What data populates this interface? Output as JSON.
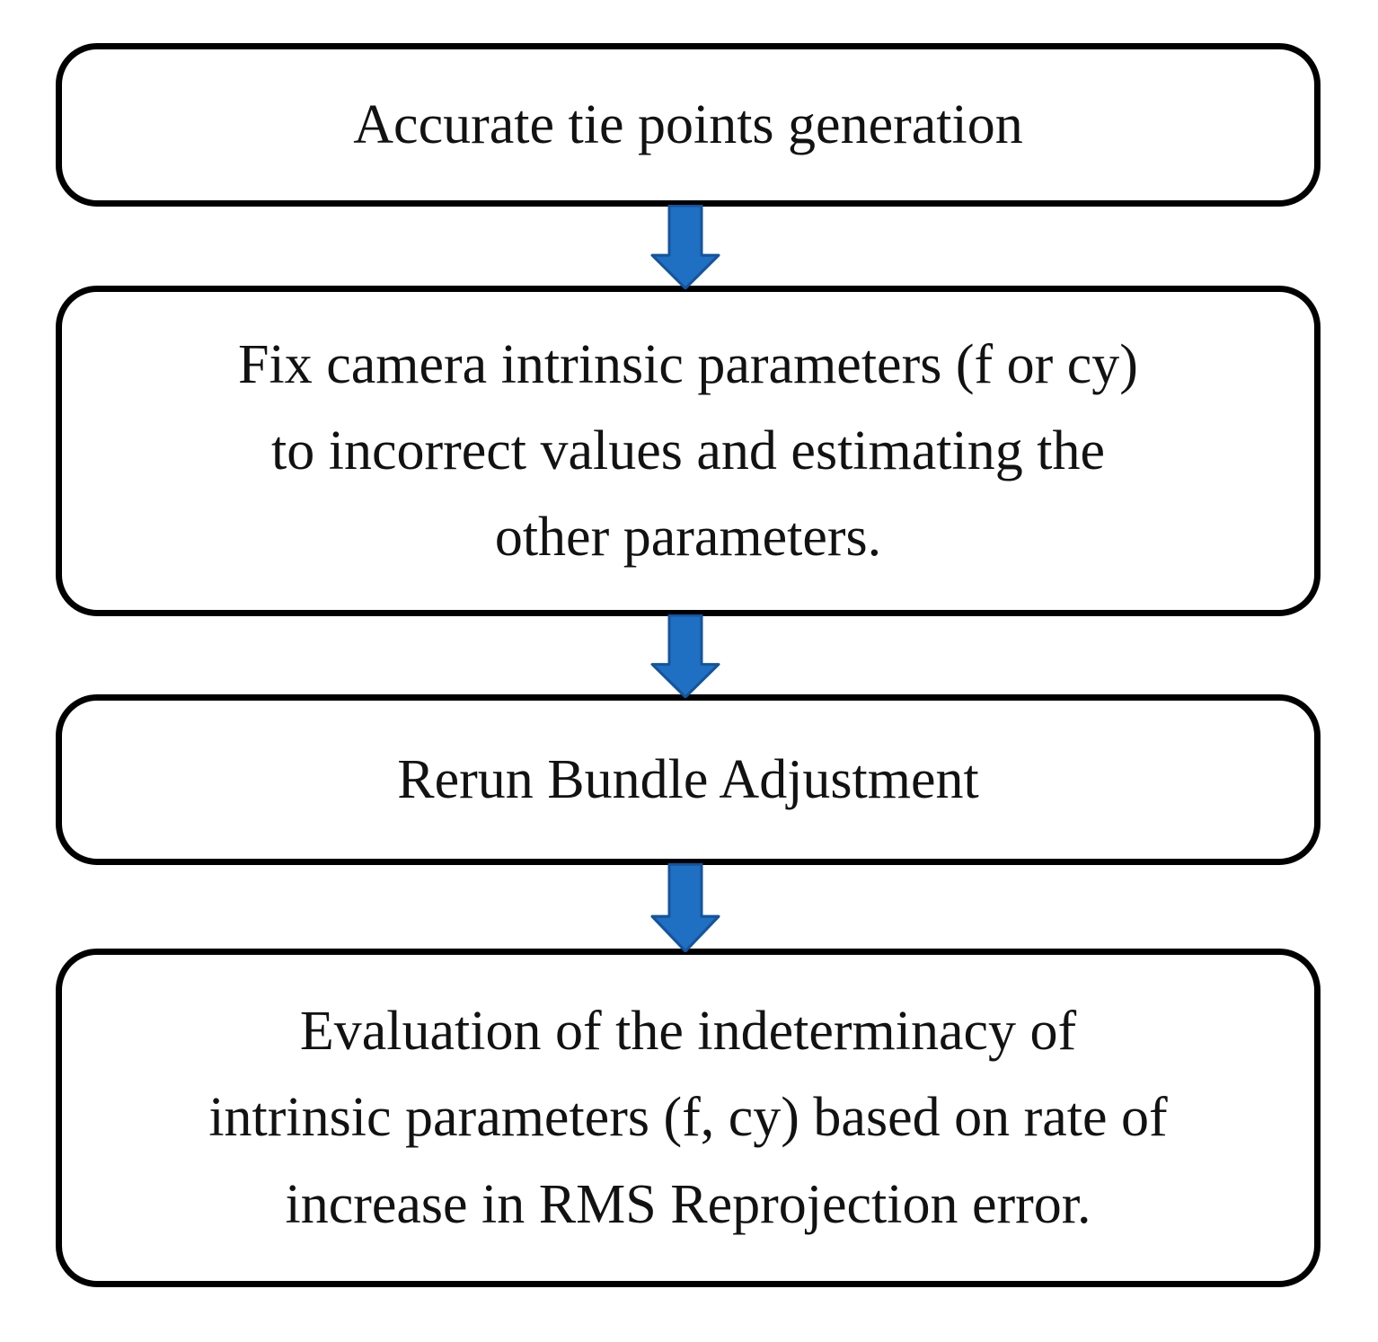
{
  "diagram": {
    "type": "flowchart",
    "background_color": "#ffffff",
    "box_border_color": "#000000",
    "text_color": "#121212",
    "arrow_fill": "#1f6fc2",
    "arrow_stroke": "#14549c",
    "nodes": [
      {
        "id": "tie-points",
        "lines": [
          "Accurate tie points generation"
        ]
      },
      {
        "id": "fix-params",
        "lines": [
          "Fix camera intrinsic parameters (f or cy)",
          "to incorrect values and estimating the",
          "other parameters."
        ]
      },
      {
        "id": "rerun-ba",
        "lines": [
          "Rerun Bundle Adjustment"
        ]
      },
      {
        "id": "evaluation",
        "lines": [
          "Evaluation of the indeterminacy of",
          "intrinsic parameters (f, cy) based on rate of",
          "increase in RMS Reprojection error."
        ]
      }
    ],
    "connectors": [
      {
        "from": "tie-points",
        "to": "fix-params",
        "direction": "down"
      },
      {
        "from": "fix-params",
        "to": "rerun-ba",
        "direction": "down"
      },
      {
        "from": "rerun-ba",
        "to": "evaluation",
        "direction": "down"
      }
    ]
  }
}
